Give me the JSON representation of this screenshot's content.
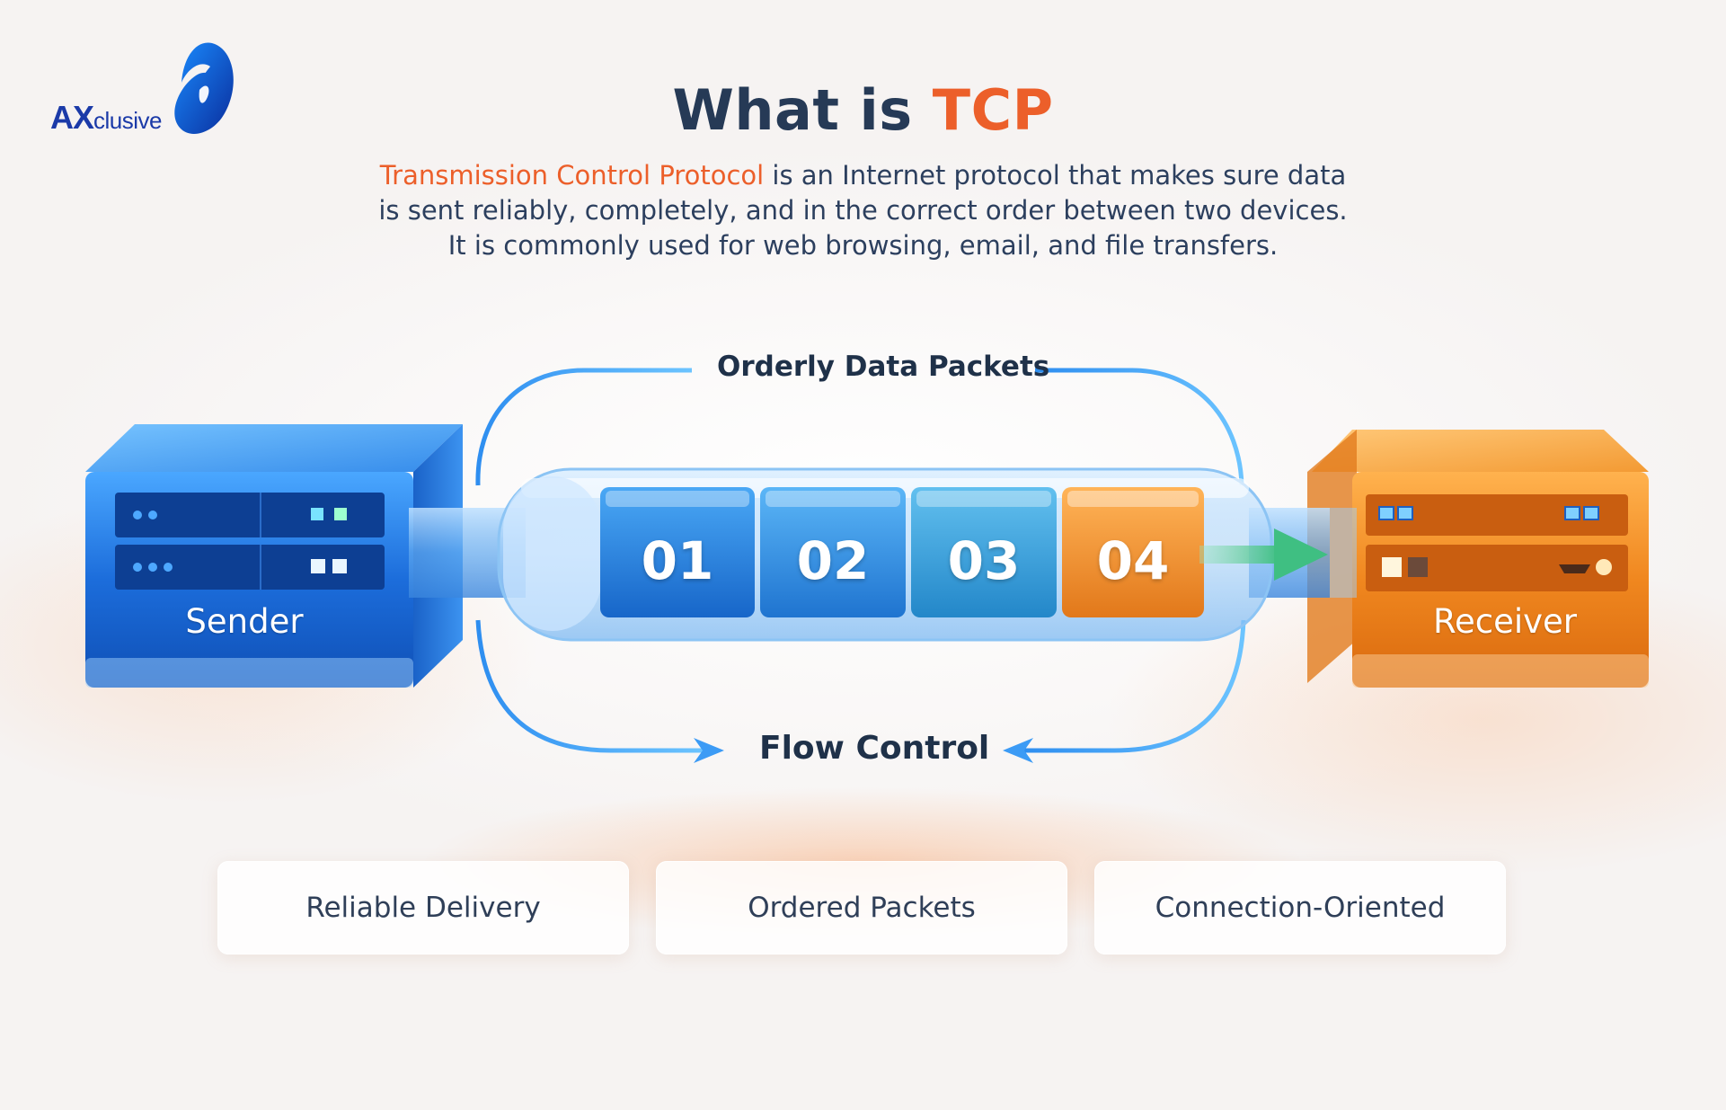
{
  "brand": {
    "logo_prefix": "AX",
    "logo_suffix": "clusive",
    "primary_color": "#1b3aa8"
  },
  "header": {
    "title_plain": "What is ",
    "title_accent": "TCP",
    "accent_color": "#ec5f2a",
    "desc_accent": "Transmission Control Protocol",
    "desc_line1_rest": " is an Internet protocol that makes sure data",
    "desc_line2": "is sent reliably, completely, and in the correct order between two devices.",
    "desc_line3": "It is commonly used for web browsing, email, and file transfers."
  },
  "diagram": {
    "top_label": "Orderly Data Packets",
    "bottom_label": "Flow Control",
    "sender_label": "Sender",
    "receiver_label": "Receiver",
    "packets": [
      "01",
      "02",
      "03",
      "04"
    ],
    "sender_color": "#1f6fd6",
    "receiver_color": "#f08a2a",
    "arrow_color": "#4cc48a"
  },
  "features": [
    "Reliable Delivery",
    "Ordered Packets",
    "Connection-Oriented"
  ]
}
